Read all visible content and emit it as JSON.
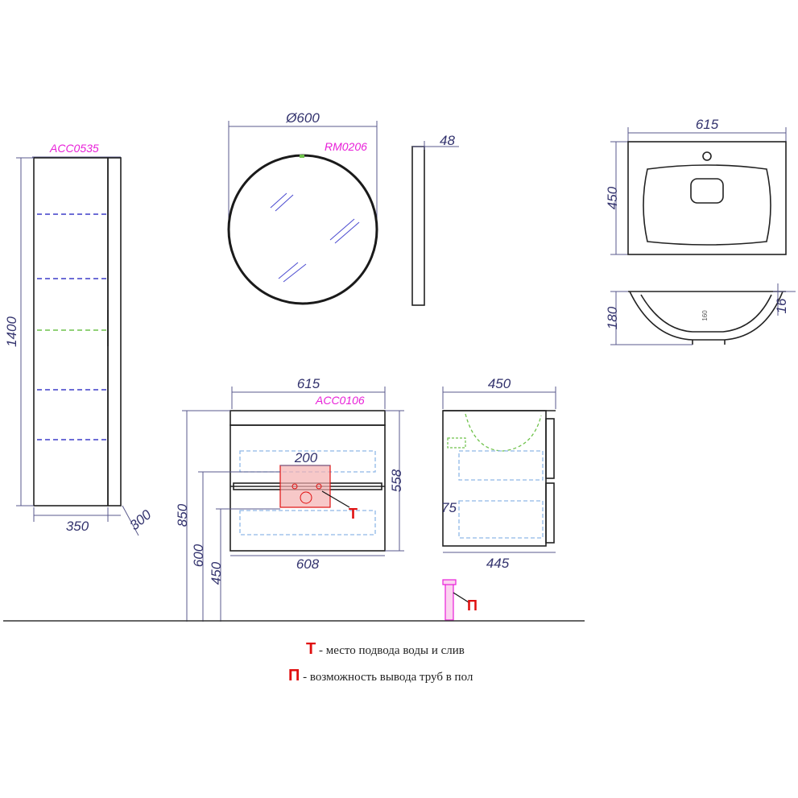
{
  "codes": {
    "cabinet": "ACC0535",
    "mirror": "RM0206",
    "vanity": "ACC0106"
  },
  "dimensions": {
    "mirror_diameter": "Ø600",
    "mirror_depth": "48",
    "sink_width": "615",
    "sink_depth": "450",
    "sink_height": "180",
    "sink_rim": "16",
    "sink_inner": "160",
    "cabinet_height": "1400",
    "cabinet_width": "350",
    "cabinet_depth": "300",
    "vanity_top_width": "615",
    "vanity_cutout": "200",
    "vanity_body_height": "558",
    "vanity_floor_height": "850",
    "vanity_mount_600": "600",
    "vanity_mount_450": "450",
    "vanity_bottom_width": "608",
    "side_top_depth": "450",
    "side_bottom_depth": "445",
    "side_inner": "75"
  },
  "marks": {
    "t": "Т",
    "p": "П"
  },
  "legend": [
    {
      "key": "Т",
      "text": " - место подвода воды и слив"
    },
    {
      "key": "П",
      "text": " - возможность вывода труб в пол"
    }
  ]
}
